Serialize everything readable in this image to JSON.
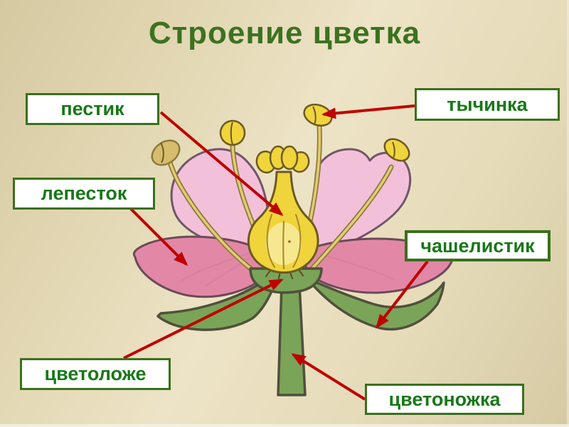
{
  "title": "Строение цветка",
  "labels": {
    "pistil": "пестик",
    "stamen": "тычинка",
    "petal": "лепесток",
    "sepal": "чашелистик",
    "receptacle": "цветоложе",
    "pedicel": "цветоножка"
  },
  "colors": {
    "title_green": "#3c7220",
    "label_green": "#187818",
    "border_green": "#3a701c",
    "box_bg": "#ffffff",
    "arrow_red": "#c00000",
    "petal_front": "#e288a6",
    "petal_front_outline": "#6b4a58",
    "petal_vein": "#cd7898",
    "petal_back": "#f3c0da",
    "petal_back_outline": "#70566a",
    "leaf_green": "#7aa458",
    "leaf_outline": "#50503c",
    "anther_yellow": "#f0d43c",
    "anther_khaki": "#d6bd6d",
    "filament": "#e4cc72",
    "filament_outline": "#8a7a3c",
    "pistil_outline": "#6b5a20",
    "pistil_inner": "#f6e88e",
    "pistil_line": "#a8862a"
  }
}
